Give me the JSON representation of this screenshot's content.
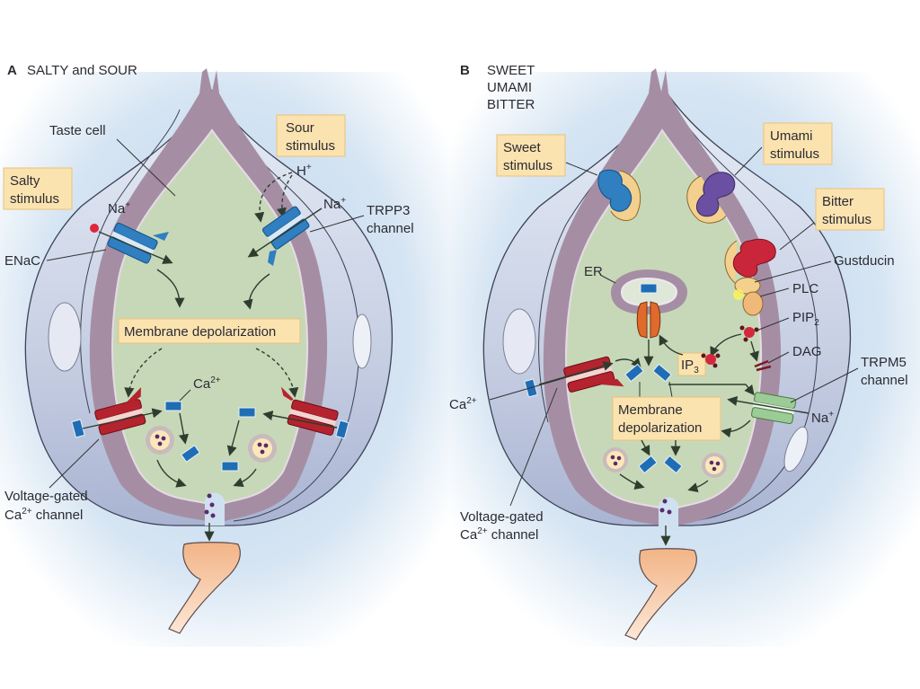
{
  "panel_a": {
    "letter": "A",
    "title": "SALTY and SOUR",
    "labels": {
      "taste_cell": "Taste cell",
      "salty_stimulus_1": "Salty",
      "salty_stimulus_2": "stimulus",
      "sour_stimulus_1": "Sour",
      "sour_stimulus_2": "stimulus",
      "h_plus": "H",
      "h_plus_sup": "+",
      "na_plus_left": "Na",
      "na_plus_left_sup": "+",
      "na_plus_right": "Na",
      "na_plus_right_sup": "+",
      "enac": "ENaC",
      "trpp3_1": "TRPP3",
      "trpp3_2": "channel",
      "membrane_depolarization": "Membrane depolarization",
      "ca": "Ca",
      "ca_sup": "2+",
      "vg_1": "Voltage-gated",
      "vg_2_pre": "Ca",
      "vg_2_sup": "2+",
      "vg_2_post": " channel"
    }
  },
  "panel_b": {
    "letter": "B",
    "title_lines": [
      "SWEET",
      "UMAMI",
      "BITTER"
    ],
    "labels": {
      "sweet_stimulus_1": "Sweet",
      "sweet_stimulus_2": "stimulus",
      "umami_stimulus_1": "Umami",
      "umami_stimulus_2": "stimulus",
      "bitter_stimulus_1": "Bitter",
      "bitter_stimulus_2": "stimulus",
      "gustducin": "Gustducin",
      "plc": "PLC",
      "pip2": "PIP",
      "pip2_sub": "2",
      "dag": "DAG",
      "er": "ER",
      "ip3": "IP",
      "ip3_sub": "3",
      "trpm5_1": "TRPM5",
      "trpm5_2": "channel",
      "ca": "Ca",
      "ca_sup": "2+",
      "na": "Na",
      "na_sup": "+",
      "md_1": "Membrane",
      "md_2": "depolarization",
      "vg_1": "Voltage-gated",
      "vg_2_pre": "Ca",
      "vg_2_sup": "2+",
      "vg_2_post": " channel"
    }
  },
  "colors": {
    "bud_outer": "#c9d0e6",
    "membrane": "#a58ea4",
    "cytoplasm": "#c7d8b8",
    "label_box": "#fbe3b0",
    "enac": "#2f7fc1",
    "ca_channel": "#b5232e",
    "calcium": "#1f6db5",
    "nerve": "#f4b98c",
    "umami_receptor": "#6a4fa3",
    "bitter_receptor": "#c9263a",
    "trpm5": "#9ccc95",
    "ip3r": "#e06a2c"
  }
}
